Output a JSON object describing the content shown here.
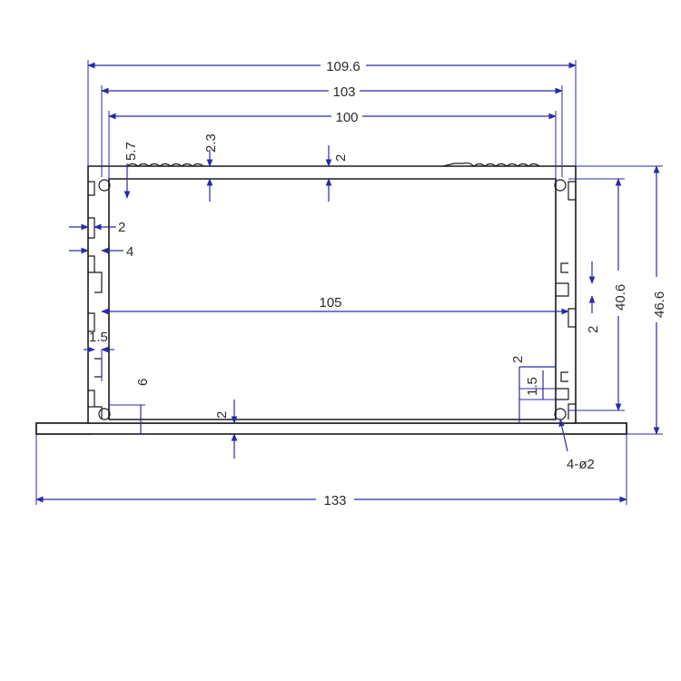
{
  "dimensions": {
    "overall_top_width": "109.6",
    "inner_top_width": "103",
    "inner_clear_width": "100",
    "inner_mid_width": "105",
    "base_width": "133",
    "top_lip": "5.7",
    "top_groove": "2.3",
    "top_wall": "2",
    "left_wall": "2",
    "left_fin": "4",
    "left_slot": "1.5",
    "left_bottom": "6",
    "bottom_wall": "2",
    "right_slot_upper": "2",
    "right_slot_lower": "2",
    "right_slot_width": "1.5",
    "inner_height": "40.6",
    "overall_height": "46.6",
    "holes": "4-ø2"
  },
  "colors": {
    "dimension": "#2a2aa8",
    "outline": "#1a1a1a",
    "text": "#2b2b2b"
  }
}
